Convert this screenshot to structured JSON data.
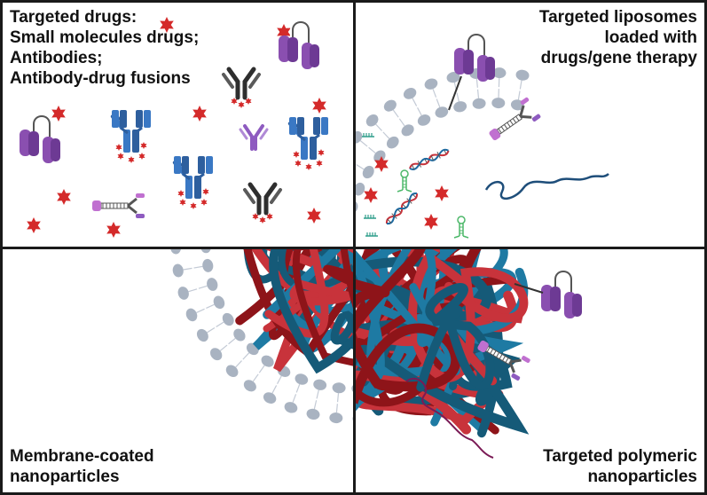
{
  "panels": {
    "top_left": {
      "lines": [
        "Targeted drugs:",
        "Small molecules drugs;",
        "Antibodies;",
        "Antibody-drug fusions"
      ]
    },
    "top_right": {
      "lines": [
        "Targeted liposomes",
        "loaded with",
        "drugs/gene therapy"
      ]
    },
    "bottom_left": {
      "lines": [
        "Membrane-coated",
        "nanoparticles"
      ]
    },
    "bottom_right": {
      "lines": [
        "Targeted polymeric",
        "nanoparticles"
      ]
    }
  },
  "colors": {
    "frame": "#1a1a1a",
    "drug_star": "#d42a2a",
    "antibody_blue": "#3a78c4",
    "antibody_dark": "#2e2e2e",
    "antibody_purple": "#8e5bc0",
    "receptor_purple": "#8a4fb0",
    "lipid_head": "#a9b3c1",
    "polymer_red": "#c8333b",
    "polymer_dark_red": "#8e1419",
    "polymer_blue": "#1e7aa3",
    "polymer_dark_blue": "#155a78",
    "dna_green": "#4db86a",
    "dna_red": "#c8333b",
    "dna_blue": "#1e6aa0",
    "nucleic_tail": "#7a1a55"
  }
}
